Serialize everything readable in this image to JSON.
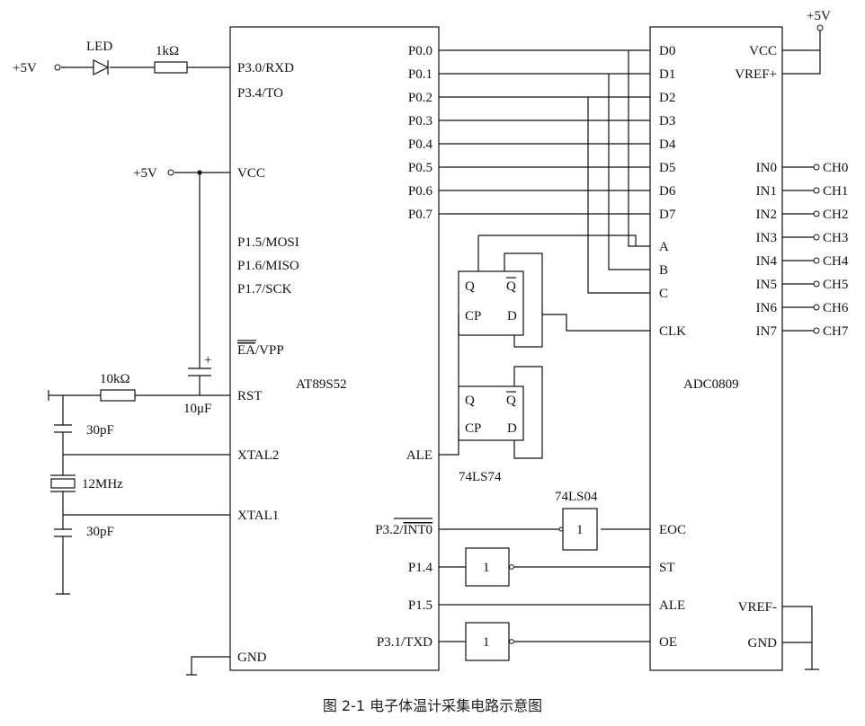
{
  "caption": "图 2-1   电子体温计采集电路示意图",
  "power": {
    "supply": "+5V"
  },
  "led_branch": {
    "led": "LED",
    "resistor": "1kΩ"
  },
  "reset_circuit": {
    "resistor": "10kΩ",
    "capacitor": "10μF",
    "polarity": "+"
  },
  "oscillator": {
    "cap_top": "30pF",
    "crystal": "12MHz",
    "cap_bottom": "30pF"
  },
  "mcu": {
    "name": "AT89S52",
    "left_pins": [
      "P3.0/RXD",
      "P3.4/TO",
      "VCC",
      "P1.5/MOSI",
      "P1.6/MISO",
      "P1.7/SCK",
      "VPP",
      "RST",
      "XTAL2",
      "XTAL1",
      "GND"
    ],
    "ea_overline": "EA",
    "ea_slash": "/",
    "right_pins": [
      "P0.0",
      "P0.1",
      "P0.2",
      "P0.3",
      "P0.4",
      "P0.5",
      "P0.6",
      "P0.7",
      "ALE",
      "P3.2/",
      "P1.4",
      "P1.5",
      "P3.1/TXD"
    ],
    "int0_overline": "INT0"
  },
  "flipflops": {
    "label": "74LS74",
    "q": "Q",
    "qbar": "Q",
    "cp": "CP",
    "d": "D"
  },
  "inverters": {
    "label": "74LS04",
    "gate_text": "1"
  },
  "adc": {
    "name": "ADC0809",
    "left_pins": [
      "D0",
      "D1",
      "D2",
      "D3",
      "D4",
      "D5",
      "D6",
      "D7",
      "A",
      "B",
      "C",
      "CLK",
      "EOC",
      "ST",
      "ALE",
      "OE"
    ],
    "right_top": [
      "VCC",
      "VREF+"
    ],
    "inputs": [
      "IN0",
      "IN1",
      "IN2",
      "IN3",
      "IN4",
      "IN5",
      "IN6",
      "IN7"
    ],
    "right_bottom": [
      "VREF-",
      "GND"
    ]
  },
  "channels": [
    "CH0",
    "CH1",
    "CH2",
    "CH3",
    "CH4",
    "CH5",
    "CH6",
    "CH7"
  ]
}
